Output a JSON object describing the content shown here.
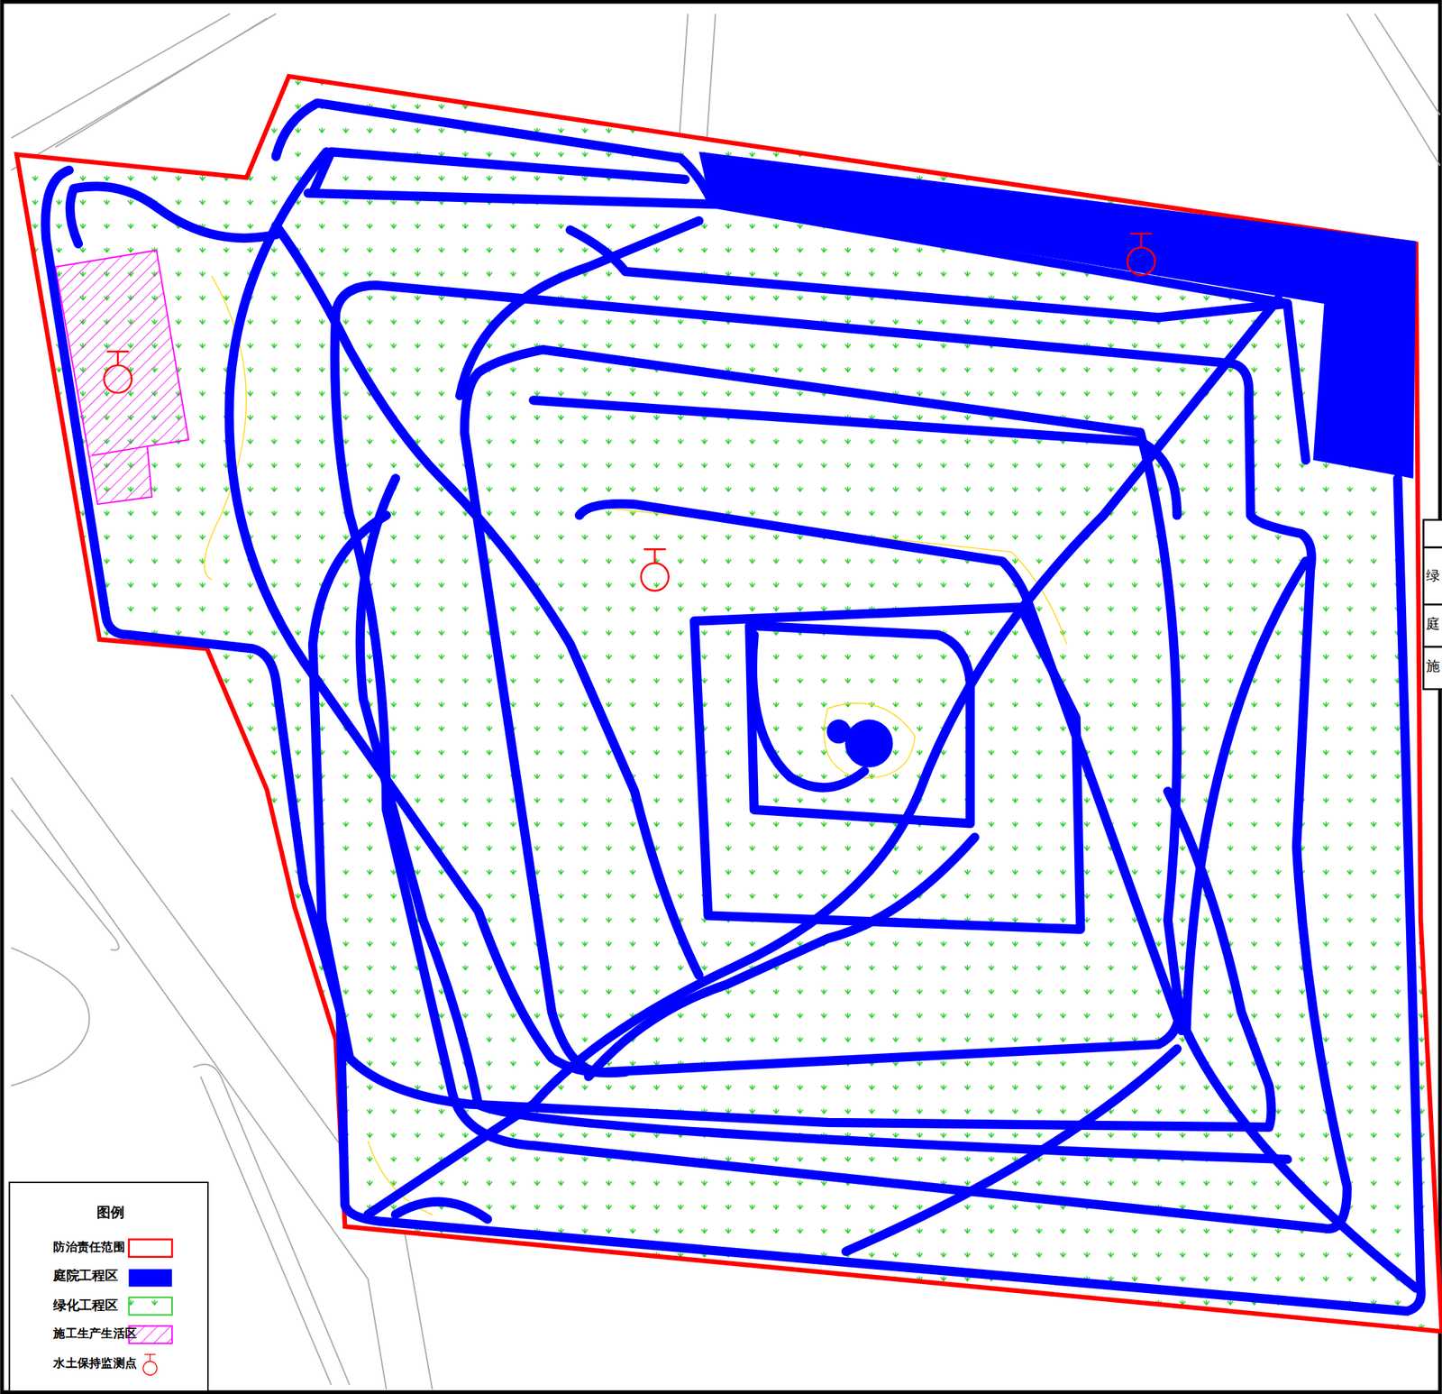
{
  "diagram": {
    "labels": [
      "图例",
      "绿",
      "庭",
      "施"
    ],
    "legend": [
      {
        "text": "防治责任范围"
      },
      {
        "text": "庭院工程区",
        "color": "#0000ff"
      },
      {
        "text": "绿化工程区"
      },
      {
        "text": "施工生产生活区"
      },
      {
        "text": "水土保持监测点"
      }
    ]
  }
}
